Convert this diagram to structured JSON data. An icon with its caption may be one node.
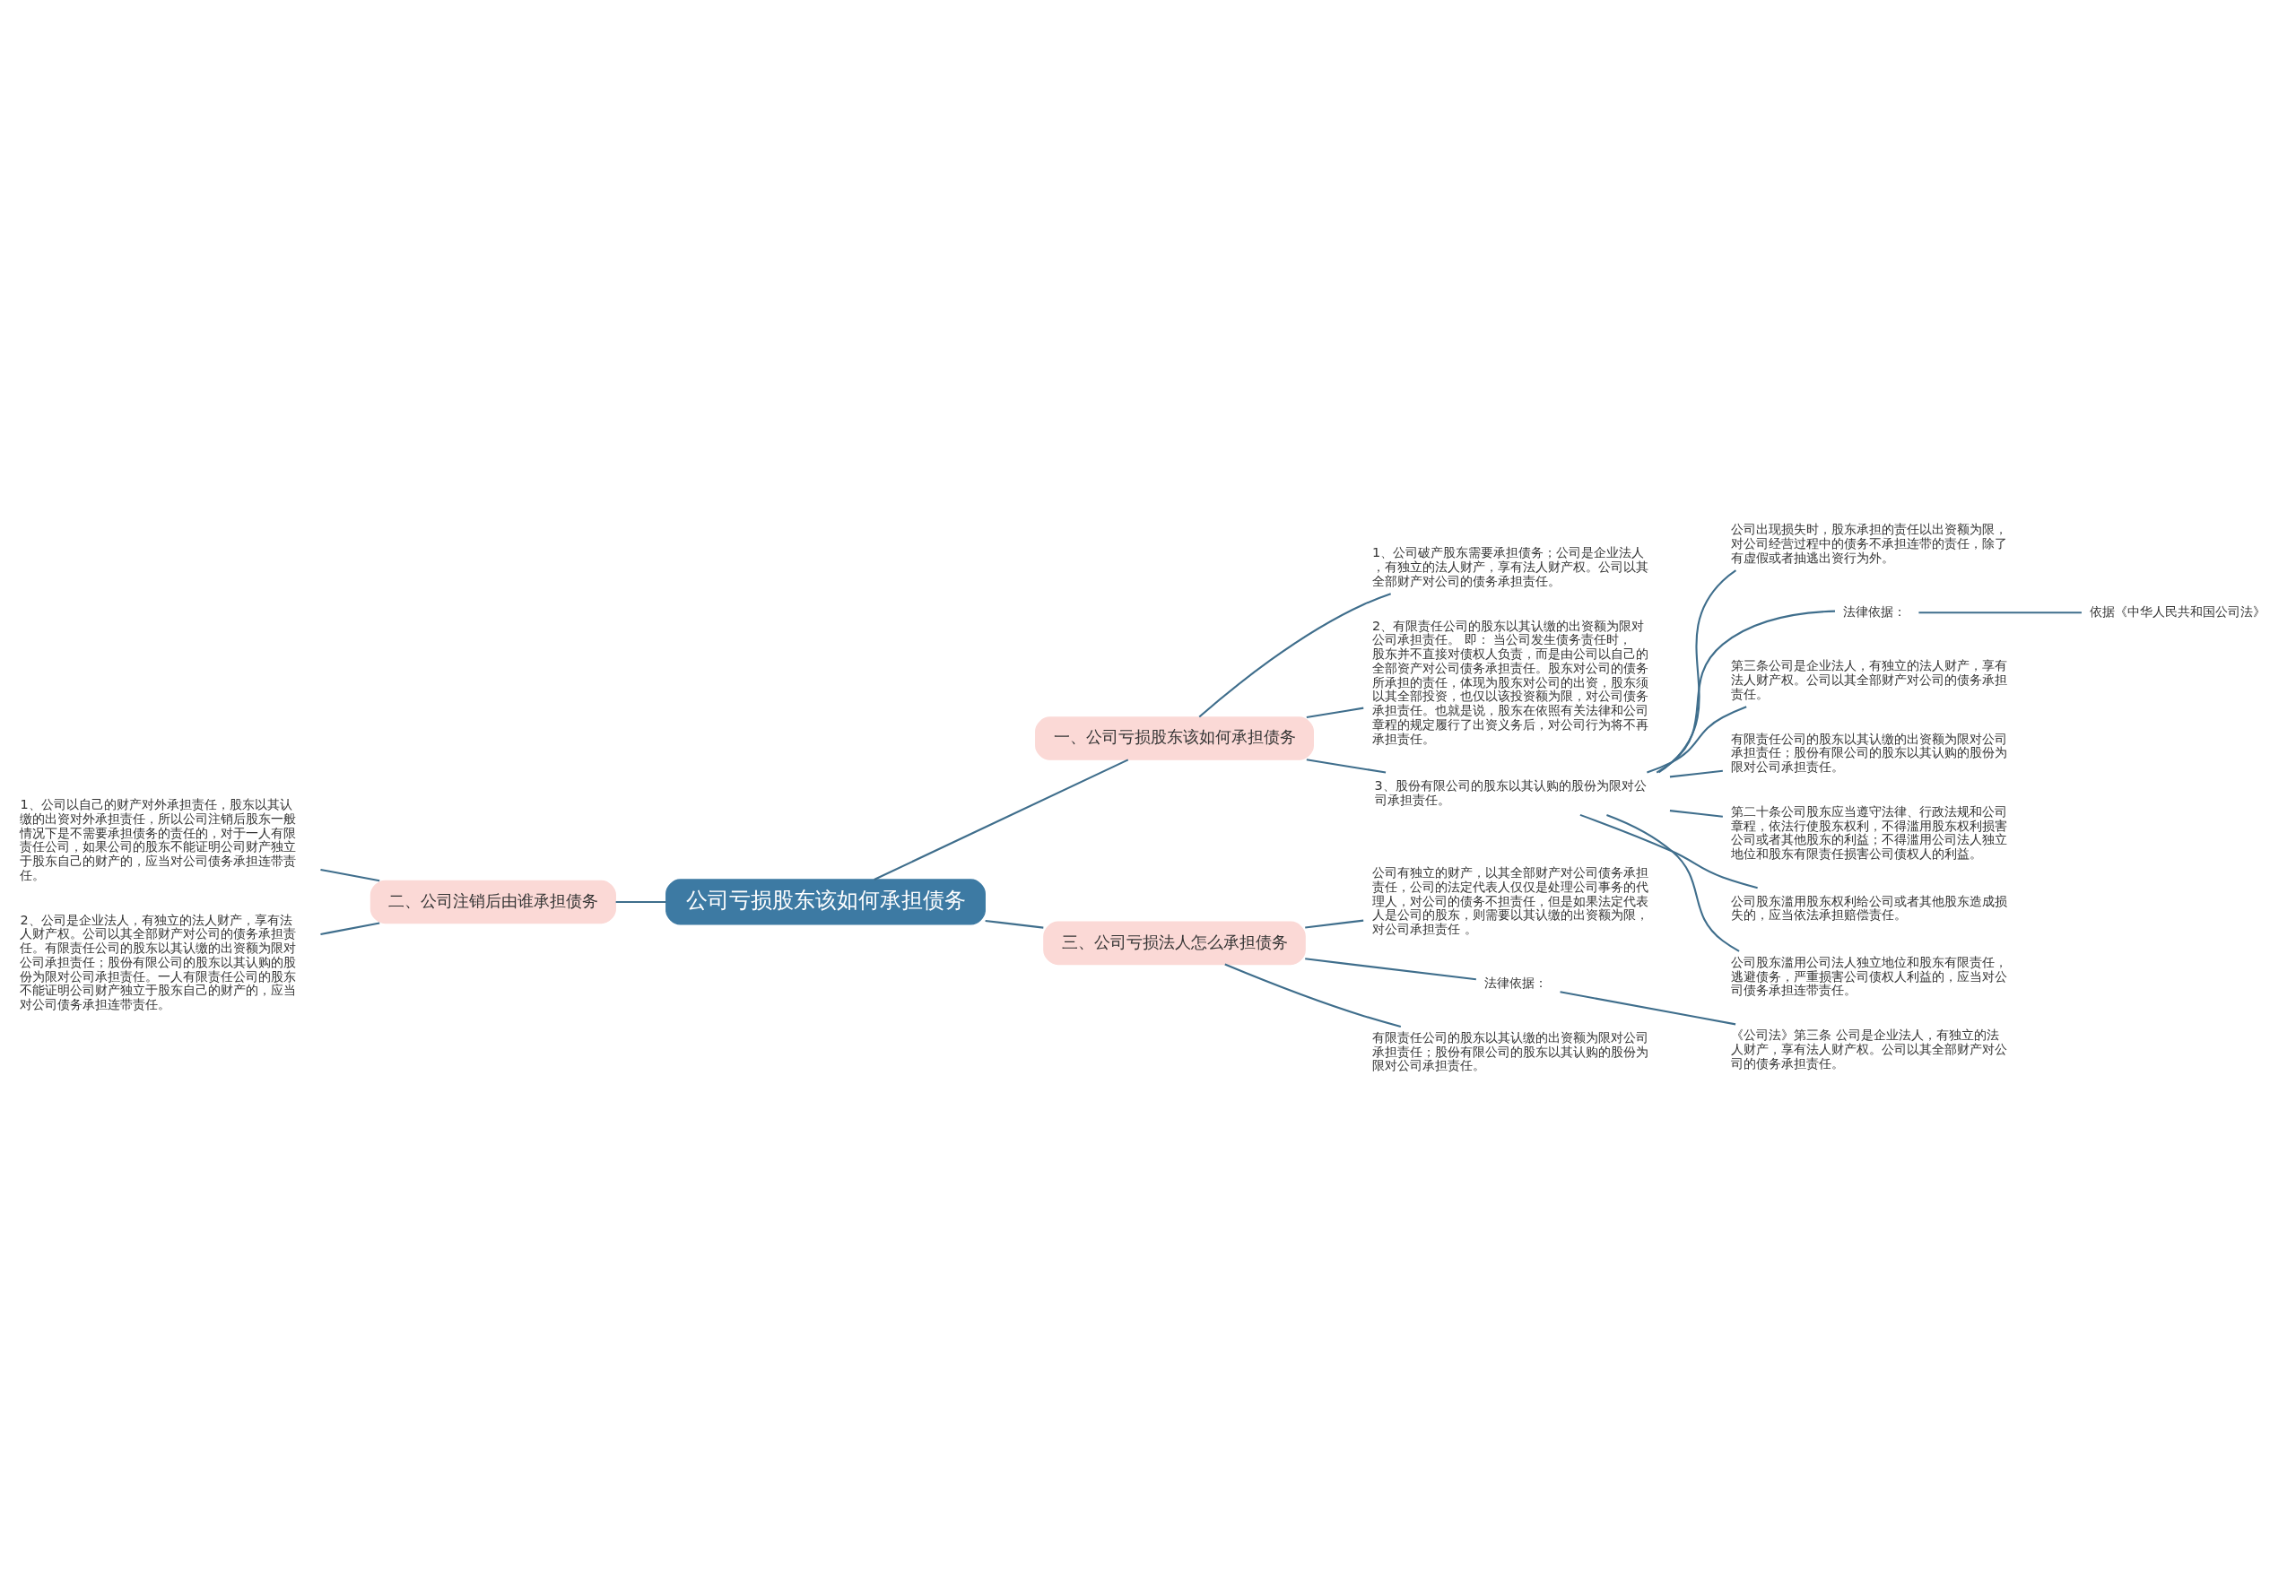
{
  "diagram": {
    "nodes": [
      {
        "text": [
          "公司亏损股东该如何承担债务"
        ]
      },
      {
        "text": [
          "一、公司亏损股东该如何承担债务"
        ]
      },
      {
        "text": [
          "1、公司破产股东需要承担债务；公司是企业法人，有独立的法人财产，享有法人财产权。公司以其全部财产对公司的债务承担责任。"
        ]
      },
      {
        "text": [
          "2、有限责任公司的股东以其认缴的出资额为限对公司承担责任。 即： 当公司发生债务责任时，股东并不直接对债权人负责，而是由公司以自己的全部资产对公司债务承担责任。股东对公司的债务所承担的责任，体现为股东对公司的出资，股东须以其全部投资，也仅以该投资额为限，对公司债务承担责任。也就是说，股东在依照有关法律和公司章程的规定履行了出资义务后，对公司行为将不再承担责任。"
        ]
      },
      {
        "text": [
          "3、股份有限公司的股东以其认购的股份为限对公司承担责任。"
        ]
      },
      {
        "text": [
          "公司出现损失时，股东承担的责任以出资额为限，对公司经营过程中的债务不承担连带的责任，除了有虚假或者抽逃出资行为外。"
        ]
      },
      {
        "text": [
          "法律依据："
        ]
      },
      {
        "text": [
          "依据《中华人民共和国公司法》"
        ]
      },
      {
        "text": [
          "第三条公司是企业法人，有独立的法人财产，享有法人财产权。公司以其全部财产对公司的债务承担责任。"
        ]
      },
      {
        "text": [
          "有限责任公司的股东以其认缴的出资额为限对公司承担责任；股份有限公司的股东以其认购的股份为限对公司承担责任。"
        ]
      },
      {
        "text": [
          "第二十条公司股东应当遵守法律、行政法规和公司章程，依法行使股东权利，不得滥用股东权利损害公司或者其他股东的利益；不得滥用公司法人独立地位和股东有限责任损害公司债权人的利益。"
        ]
      },
      {
        "text": [
          "公司股东滥用股东权利给公司或者其他股东造成损失的，应当依法承担赔偿责任。"
        ]
      },
      {
        "text": [
          "公司股东滥用公司法人独立地位和股东有限责任，逃避债务，严重损害公司债权人利益的，应当对公司债务承担连带责任。"
        ]
      },
      {
        "text": [
          "二、公司注销后由谁承担债务"
        ]
      },
      {
        "text": [
          "1、公司以自己的财产对外承担责任，股东以其认缴的出资对外承担责任，所以公司注销后股东一般情况下是不需要承担债务的责任的，对于一人有限责任公司，如果公司的股东不能证明公司财产独立于股东自己的财产的，应当对公司债务承担连带责任。"
        ]
      },
      {
        "text": [
          "2、公司是企业法人，有独立的法人财产，享有法人财产权。公司以其全部财产对公司的债务承担责任。有限责任公司的股东以其认缴的出资额为限对公司承担责任；股份有限公司的股东以其认购的股份为限对公司承担责任。一人有限责任公司的股东不能证明公司财产独立于股东自己的财产的，应当对公司债务承担连带责任。"
        ]
      },
      {
        "text": [
          "三、公司亏损法人怎么承担债务"
        ]
      },
      {
        "text": [
          "公司有独立的财产，以其全部财产对公司债务承担责任，公司的法定代表人仅仅是处理公司事务的代理人，对公司的债务不担责任，但是如果法定代表人是公司的股东，则需要以其认缴的出资额为限，对公司承担责任 。"
        ]
      },
      {
        "text": [
          "法律依据："
        ]
      },
      {
        "text": [
          "《公司法》第三条 公司是企业法人，有独立的法人财产，享有法人财产权。公司以其全部财产对公司的债务承担责任。"
        ]
      },
      {
        "text": [
          "有限责任公司的股东以其认缴的出资额为限对公司承担责任；股份有限公司的股东以其认购的股份为限对公司承担责任。"
        ]
      }
    ],
    "edges": [
      {
        "from": 0,
        "to": 1,
        "arrow": "none"
      },
      {
        "from": 1,
        "to": 2,
        "arrow": "none"
      },
      {
        "from": 1,
        "to": 3,
        "arrow": "none"
      },
      {
        "from": 1,
        "to": 4,
        "arrow": "none"
      },
      {
        "from": 4,
        "to": 5,
        "arrow": "none"
      },
      {
        "from": 4,
        "to": 6,
        "arrow": "none"
      },
      {
        "from": 6,
        "to": 7,
        "arrow": "none"
      },
      {
        "from": 4,
        "to": 8,
        "arrow": "none"
      },
      {
        "from": 4,
        "to": 9,
        "arrow": "none"
      },
      {
        "from": 4,
        "to": 10,
        "arrow": "none"
      },
      {
        "from": 4,
        "to": 11,
        "arrow": "none"
      },
      {
        "from": 4,
        "to": 12,
        "arrow": "none"
      },
      {
        "from": 0,
        "to": 13,
        "arrow": "none"
      },
      {
        "from": 13,
        "to": 14,
        "arrow": "none"
      },
      {
        "from": 13,
        "to": 15,
        "arrow": "none"
      },
      {
        "from": 0,
        "to": 16,
        "arrow": "none"
      },
      {
        "from": 16,
        "to": 17,
        "arrow": "none"
      },
      {
        "from": 16,
        "to": 18,
        "arrow": "none"
      },
      {
        "from": 18,
        "to": 19,
        "arrow": "none"
      },
      {
        "from": 16,
        "to": 20,
        "arrow": "none"
      }
    ]
  }
}
